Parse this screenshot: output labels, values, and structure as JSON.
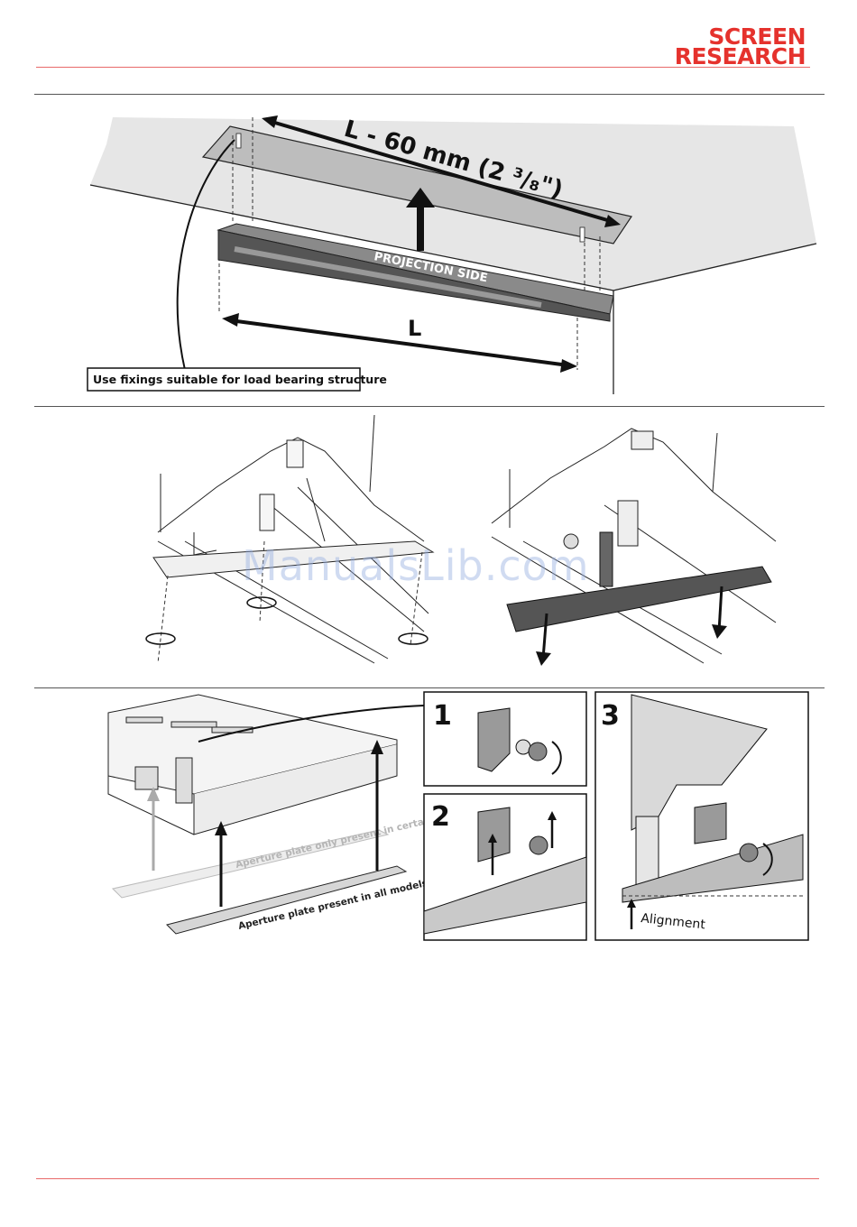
{
  "header": {
    "logo_line1": "SCREEN",
    "logo_line2": "RESEARCH"
  },
  "section1": {
    "dimension_top": "L - 60 mm (2 ³/₈\")",
    "projection_side": "PROJECTION SIDE",
    "dimension_L": "L",
    "note": "Use fixings suitable for load bearing structure"
  },
  "section3": {
    "aperture_certain": "Aperture plate only present in certain models",
    "aperture_all": "Aperture plate present in all models",
    "step1": "1",
    "step2": "2",
    "step3": "3",
    "alignment": "Alignment"
  },
  "watermark": "ManualsLib.com",
  "colors": {
    "brand_red": "#e5322d",
    "rule_red": "#e86a6a"
  }
}
